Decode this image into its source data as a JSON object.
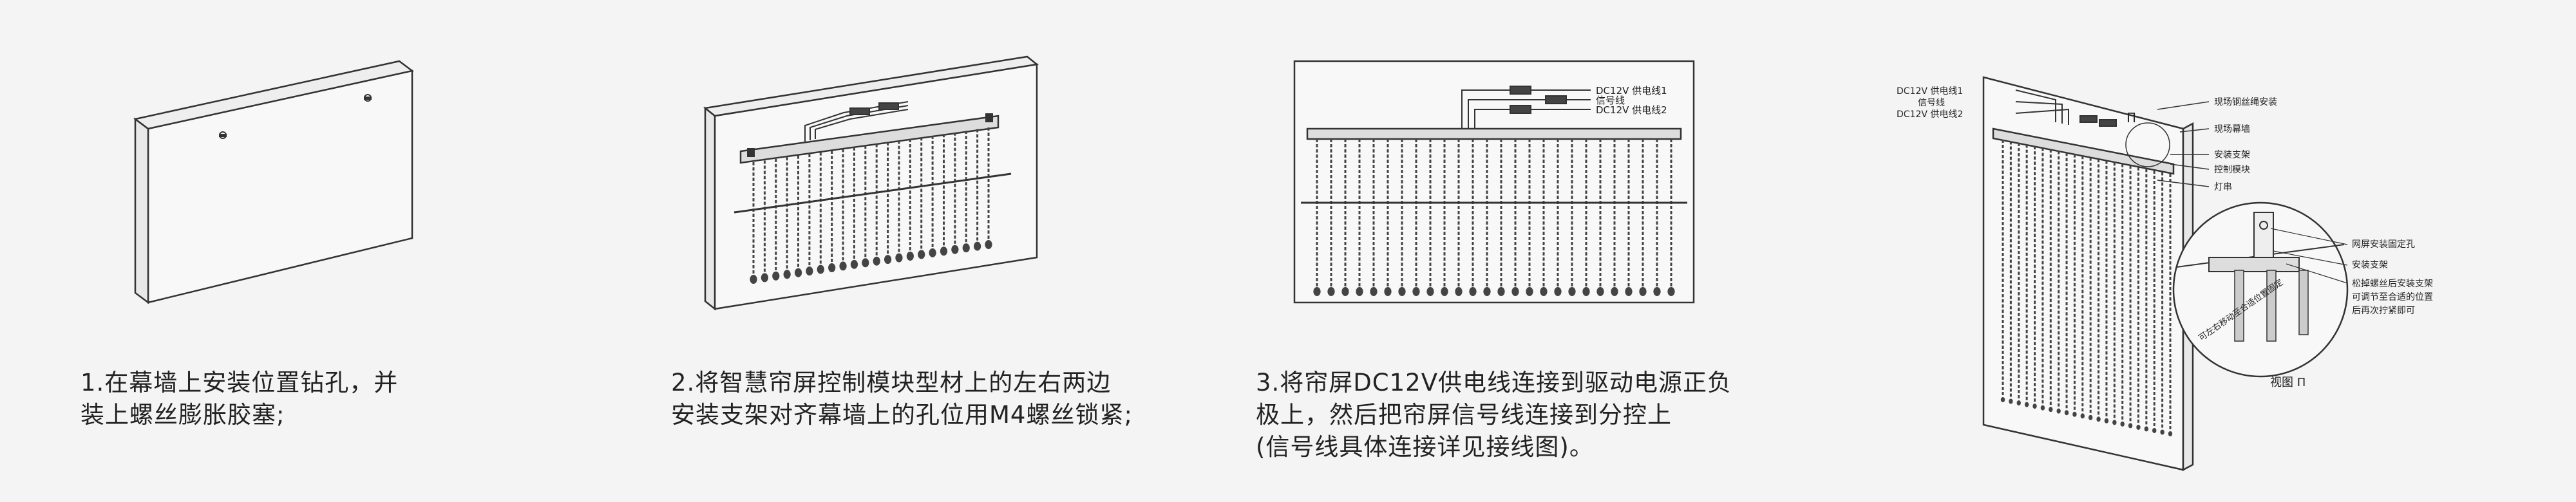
{
  "colors": {
    "background": "#f4f4f4",
    "line": "#333333",
    "wall_fill": "#f8f8f8",
    "bead": "#444444"
  },
  "steps": [
    {
      "lines": [
        "1.在幕墙上安装位置钻孔，并",
        "装上螺丝膨胀胶塞;"
      ]
    },
    {
      "lines": [
        "2.将智慧帘屏控制模块型材上的左右两边",
        "安装支架对齐幕墙上的孔位用M4螺丝锁紧;"
      ]
    },
    {
      "lines": [
        "3.将帘屏DC12V供电线连接到驱动电源正负",
        "极上，然后把帘屏信号线连接到分控上",
        "(信号线具体连接详见接线图)。"
      ],
      "labels": {
        "power1": "DC12V 供电线1",
        "signal": "信号线",
        "power2": "DC12V 供电线2"
      }
    },
    {
      "labels": {
        "power1": "DC12V 供电线1",
        "signal": "信号线",
        "power2": "DC12V 供电线2",
        "steel_wire": "现场钢丝绳安装",
        "curtain_wall": "现场幕墙",
        "bracket": "安装支架",
        "control_module": "控制模块",
        "light_string": "灯串",
        "detail_marker": "Π",
        "screen_hole": "网屏安装固定孔",
        "detail_bracket": "安装支架",
        "adjust_1": "松掉螺丝后安装支架",
        "adjust_2": "可调节至合适的位置",
        "adjust_3": "后再次拧紧即可",
        "rotated_note": "可左右移动至合适位置固定",
        "view_label": "视图 Π"
      }
    }
  ]
}
